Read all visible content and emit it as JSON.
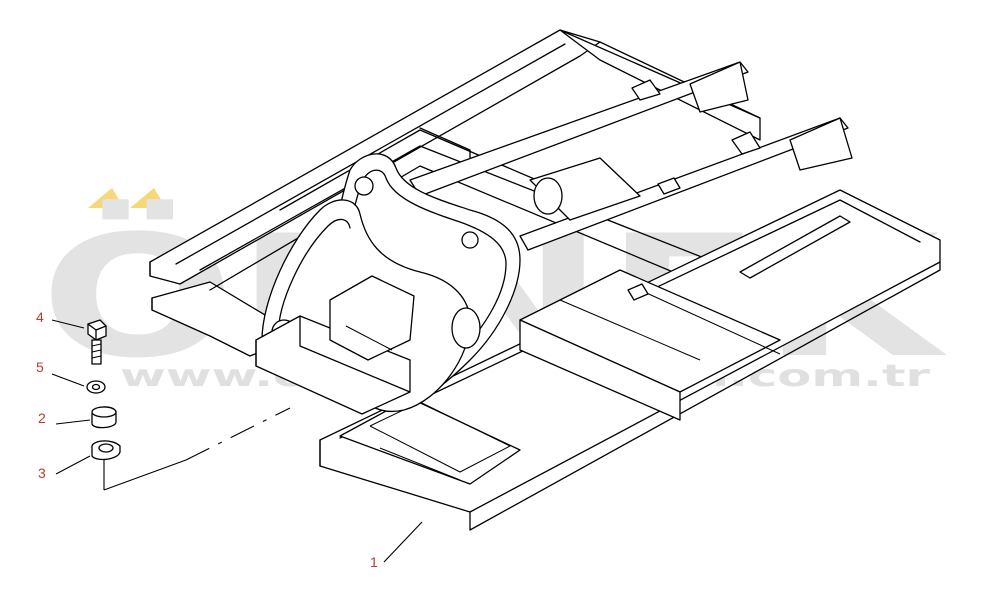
{
  "watermark": {
    "brand": "ÖRNEK",
    "url": "www.ornekmakinalari.com.tr",
    "accent_color": "#f6d77a"
  },
  "callouts": [
    {
      "id": "1",
      "label": "1"
    },
    {
      "id": "2",
      "label": "2"
    },
    {
      "id": "3",
      "label": "3"
    },
    {
      "id": "4",
      "label": "4"
    },
    {
      "id": "5",
      "label": "5"
    }
  ],
  "colors": {
    "line": "#000000",
    "callout_text": "#c0392b",
    "watermark_gray": "#e3e3e3"
  }
}
